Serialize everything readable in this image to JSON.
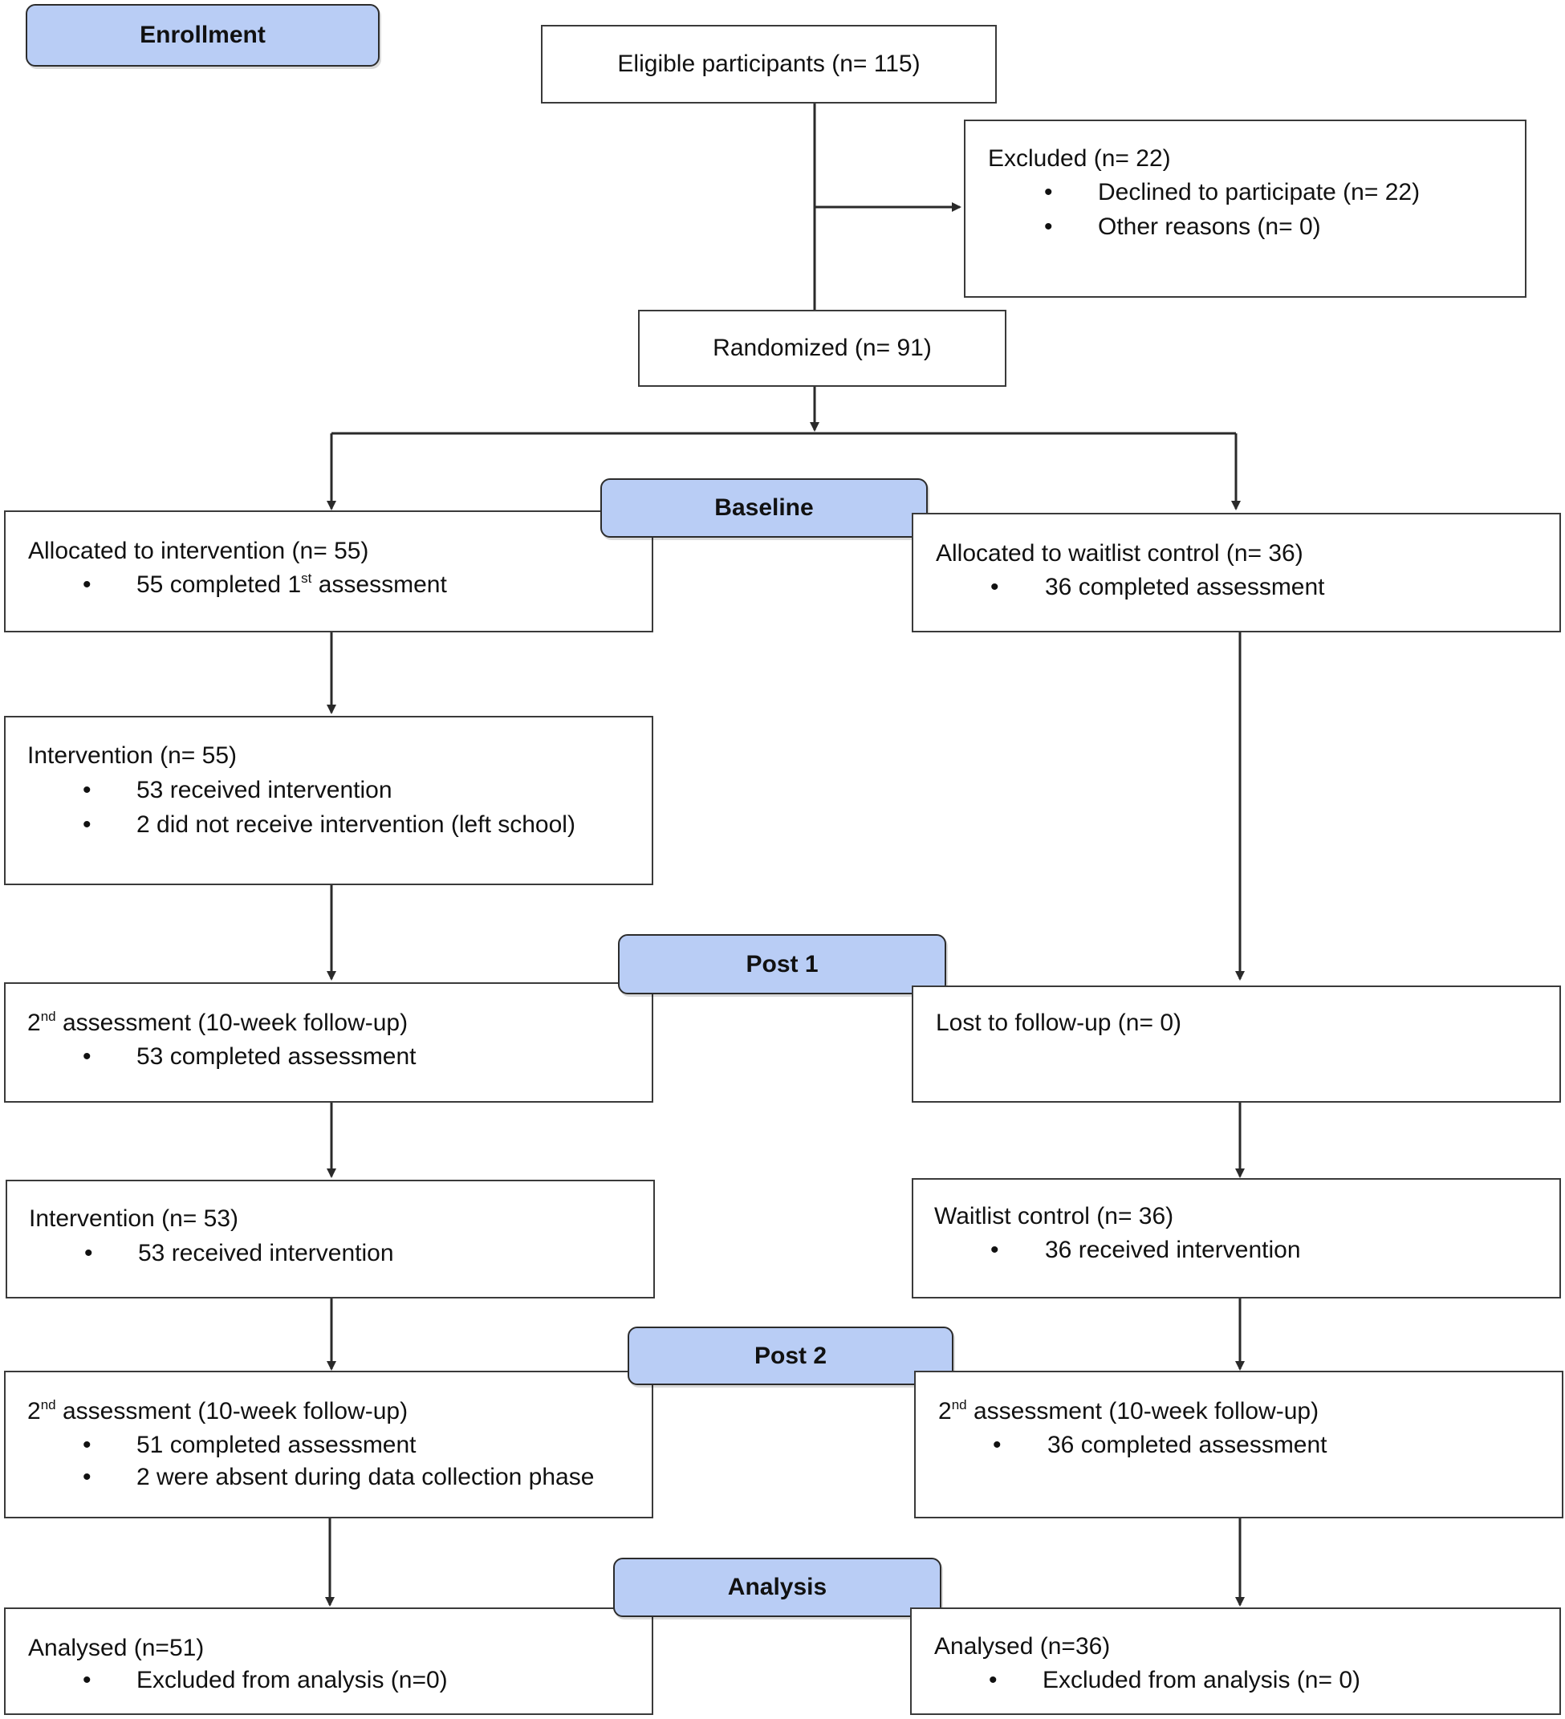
{
  "stages": {
    "enrollment": "Enrollment",
    "baseline": "Baseline",
    "post1": "Post 1",
    "post2": "Post 2",
    "analysis": "Analysis"
  },
  "eligible": "Eligible participants (n= 115)",
  "excluded": {
    "title": "Excluded (n= 22)",
    "items": [
      "Declined to participate (n= 22)",
      "Other reasons (n= 0)"
    ]
  },
  "randomized": "Randomized (n= 91)",
  "left": {
    "allocated": {
      "title": "Allocated to intervention (n= 55)",
      "item_pre": "55 completed 1",
      "item_sup": "st",
      "item_post": " assessment"
    },
    "intervention1": {
      "title": "Intervention (n= 55)",
      "items": [
        "53 received intervention",
        "2 did not receive intervention (left school)"
      ]
    },
    "post1": {
      "title_pre": "2",
      "title_sup": "nd",
      "title_post": " assessment (10-week follow-up)",
      "items": [
        "53 completed assessment"
      ]
    },
    "intervention2": {
      "title": "Intervention (n= 53)",
      "items": [
        "53 received intervention"
      ]
    },
    "post2": {
      "title_pre": "2",
      "title_sup": "nd",
      "title_post": " assessment (10-week follow-up)",
      "items": [
        "51 completed assessment",
        "2 were absent during  data collection phase"
      ]
    },
    "analysis": {
      "title": "Analysed (n=51)",
      "items": [
        "Excluded from analysis (n=0)"
      ]
    }
  },
  "right": {
    "allocated": {
      "title": "Allocated to waitlist control (n= 36)",
      "items": [
        "36 completed assessment"
      ]
    },
    "post1": {
      "title": "Lost to follow-up (n= 0)"
    },
    "waitlist": {
      "title": "Waitlist control (n= 36)",
      "items": [
        "36 received intervention"
      ]
    },
    "post2": {
      "title_pre": "2",
      "title_sup": "nd",
      "title_post": " assessment (10-week follow-up)",
      "items": [
        "36 completed assessment"
      ]
    },
    "analysis": {
      "title": "Analysed (n=36)",
      "items": [
        "Excluded from analysis (n= 0)"
      ]
    }
  },
  "bullet": "•"
}
